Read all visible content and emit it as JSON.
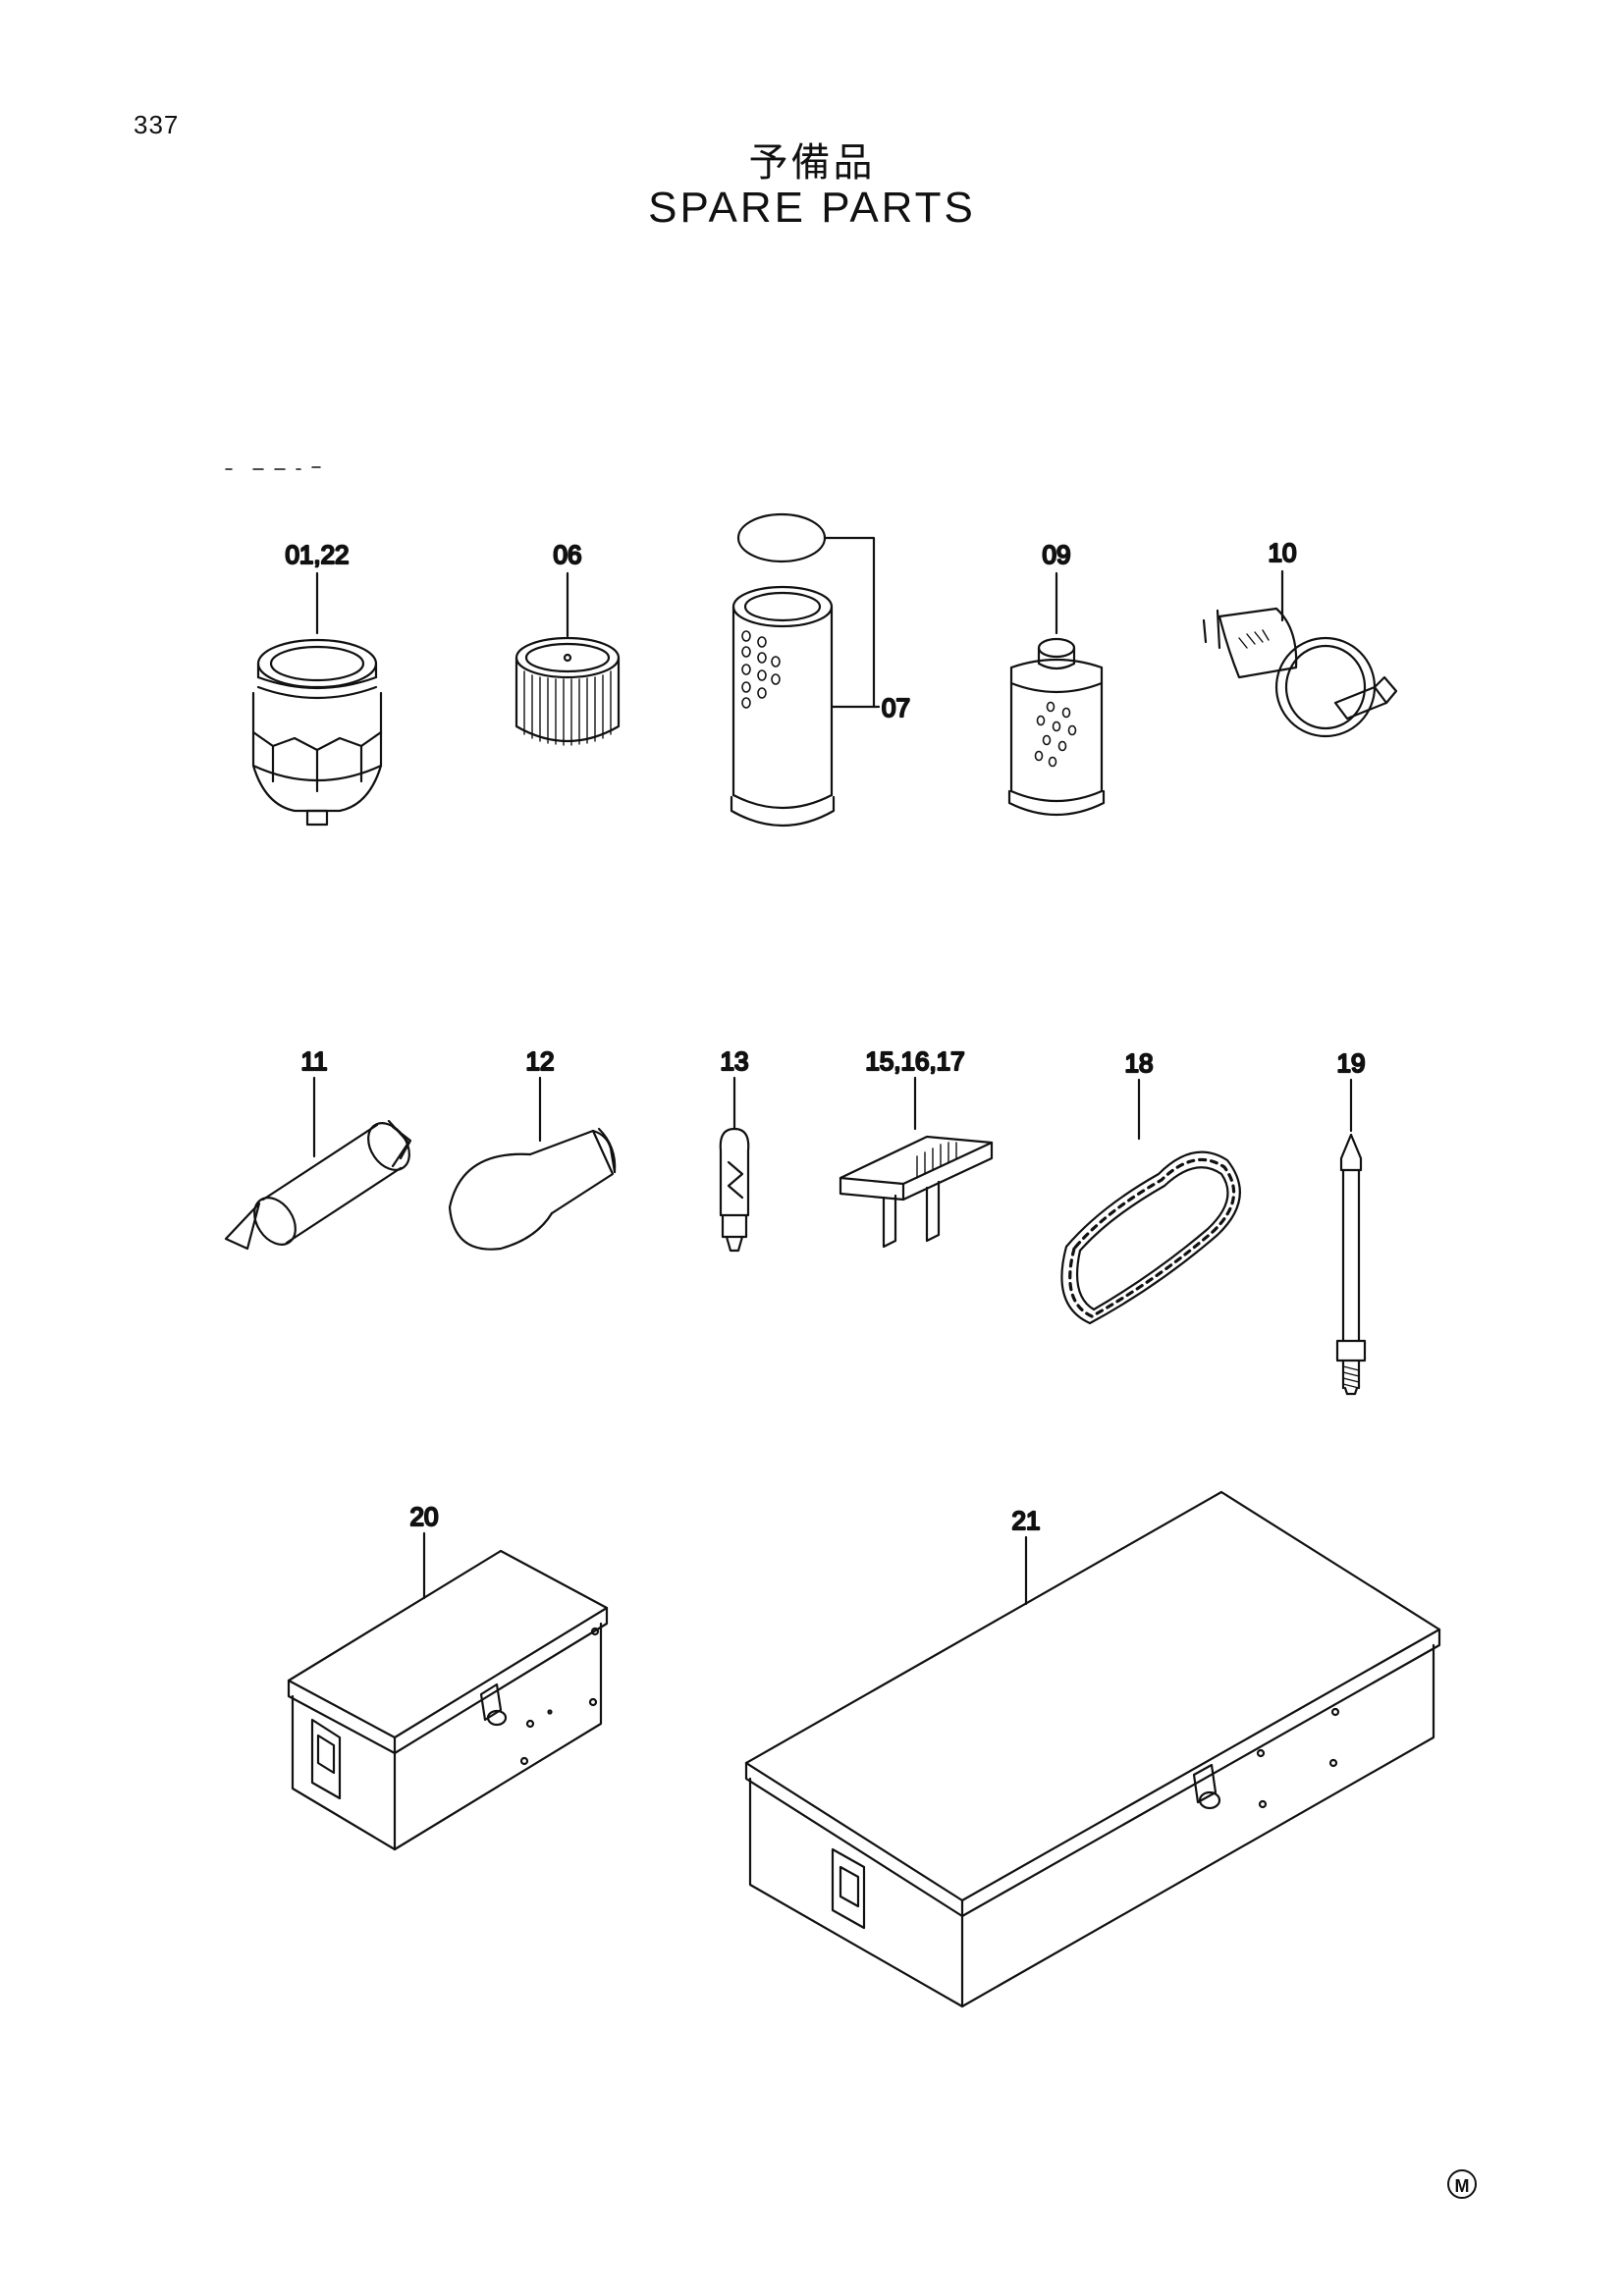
{
  "page": {
    "number": "337",
    "title_jp": "予備品",
    "title_en": "SPARE  PARTS",
    "corner_mark": "M"
  },
  "callouts": [
    {
      "id": "c01",
      "label": "01,22"
    },
    {
      "id": "c06",
      "label": "06"
    },
    {
      "id": "c07",
      "label": "07"
    },
    {
      "id": "c09",
      "label": "09"
    },
    {
      "id": "c10",
      "label": "10"
    },
    {
      "id": "c11",
      "label": "11"
    },
    {
      "id": "c12",
      "label": "12"
    },
    {
      "id": "c13",
      "label": "13"
    },
    {
      "id": "c15",
      "label": "15,16,17"
    },
    {
      "id": "c18",
      "label": "18"
    },
    {
      "id": "c19",
      "label": "19"
    },
    {
      "id": "c20",
      "label": "20"
    },
    {
      "id": "c21",
      "label": "21"
    }
  ]
}
